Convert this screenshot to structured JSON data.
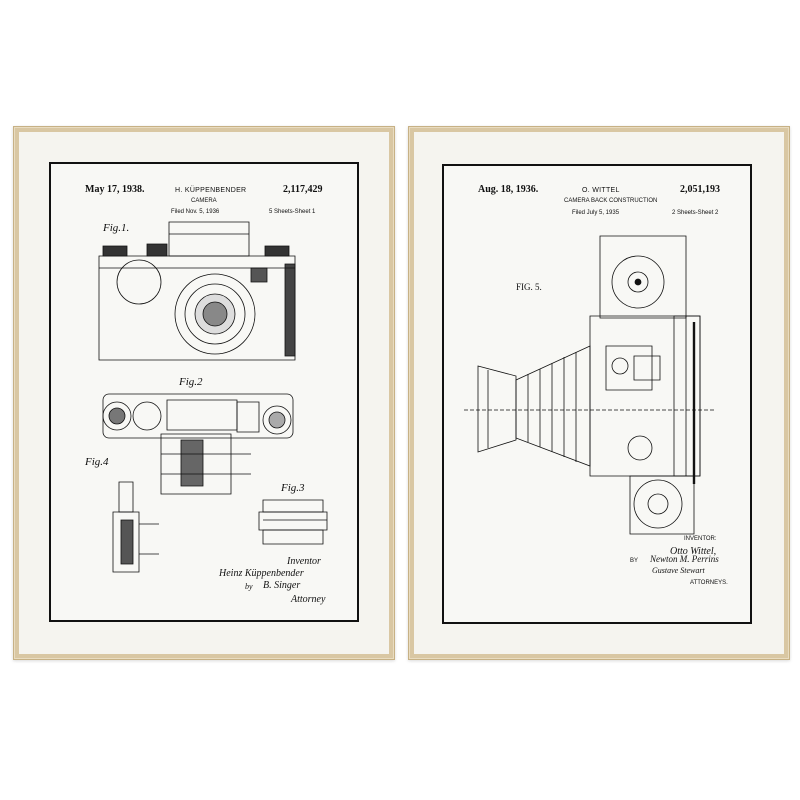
{
  "left_print": {
    "date": "May 17, 1938.",
    "inventor": "H. KÜPPENBENDER",
    "patent_number": "2,117,429",
    "title": "CAMERA",
    "filed": "Filed Nov. 5, 1936",
    "sheets": "5 Sheets-Sheet 1",
    "fig1": "Fig.1.",
    "fig2": "Fig.2",
    "fig3": "Fig.3",
    "fig4": "Fig.4",
    "inventor_label": "Inventor",
    "inventor_signature": "Heinz Küppenbender",
    "by": "by",
    "attorney_signature": "B. Singer",
    "attorney_label": "Attorney"
  },
  "right_print": {
    "date": "Aug. 18, 1936.",
    "inventor": "O. WITTEL",
    "patent_number": "2,051,193",
    "title": "CAMERA BACK CONSTRUCTION",
    "filed": "Filed July 5, 1935",
    "sheets": "2 Sheets-Sheet 2",
    "fig5": "FIG. 5.",
    "inventor_label": "INVENTOR:",
    "inventor_signature": "Otto Wittel,",
    "by": "BY",
    "attorney_signature": "Newton M. Perrins",
    "attorney_signature2": "Gustave Stewart",
    "attorney_label": "ATTORNEYS."
  },
  "colors": {
    "frame": "#d9c7a3",
    "mat": "#f5f4ef",
    "ink": "#111111"
  }
}
